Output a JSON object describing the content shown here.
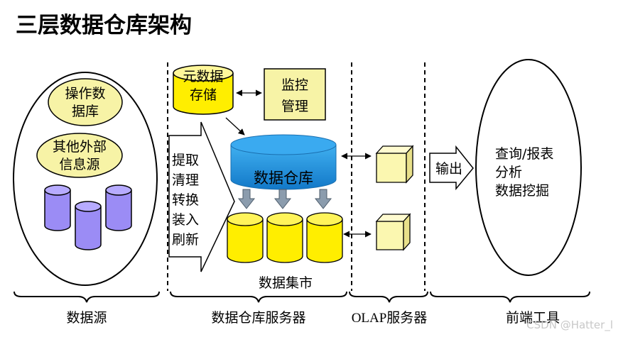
{
  "title": "三层数据仓库架构",
  "source": {
    "bubble1_lines": [
      "操作数",
      "据库"
    ],
    "bubble2_lines": [
      "其他外部",
      "信息源"
    ],
    "label": "数据源"
  },
  "warehouse_server": {
    "meta_lines": [
      "元数据",
      "存储"
    ],
    "monitor_lines": [
      "监控",
      "管理"
    ],
    "etl_lines": [
      "提取",
      "清理",
      "转换",
      "装入",
      "刷新"
    ],
    "warehouse_label": "数据仓库",
    "datamart_label": "数据集市",
    "label": "数据仓库服务器"
  },
  "olap": {
    "label": "OLAP服务器"
  },
  "frontend": {
    "output_label": "输出",
    "tool_lines": [
      "查询/报表",
      "分析",
      "数据挖掘"
    ],
    "label": "前端工具"
  },
  "watermark": "CSDN @Hatter_l",
  "colors": {
    "bubble_fill": "#f7f3a6",
    "cylinder_purple": "#9b8cf5",
    "cylinder_yellow": "#ffee00",
    "warehouse_blue": "#1e8fd6",
    "cube_fill": "#fbf7b0",
    "down_arrow": "#8b9cad"
  }
}
